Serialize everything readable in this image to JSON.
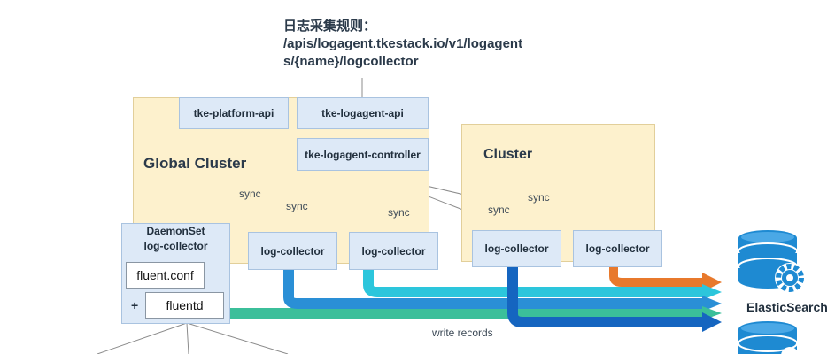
{
  "header": {
    "line1": "日志采集规则：",
    "line2": "/apis/logagent.tkestack.io/v1/logagent",
    "line3": "s/{name}/logcollector"
  },
  "global_cluster": {
    "label": "Global Cluster"
  },
  "cluster": {
    "label": "Cluster"
  },
  "components": {
    "platform_api": "tke-platform-api",
    "logagent_api": "tke-logagent-api",
    "logagent_controller": "tke-logagent-controller"
  },
  "daemonset": {
    "line1": "DaemonSet",
    "line2": "log-collector",
    "fluent_conf": "fluent.conf",
    "plus": "+",
    "fluentd": "fluentd"
  },
  "collectors": [
    "log-collector",
    "log-collector",
    "log-collector",
    "log-collector"
  ],
  "sync_labels": [
    "sync",
    "sync",
    "sync",
    "sync",
    "sync"
  ],
  "flow_label": "write records",
  "sink": {
    "label": "ElasticSearch"
  },
  "colors": {
    "cluster_fill": "#fdf1cd",
    "component_fill": "#dde9f7",
    "arrow_teal": "#3bbf9a",
    "arrow_blue": "#2a8fd6",
    "arrow_cyan": "#2cc6dc",
    "arrow_navy": "#1565c0",
    "arrow_orange": "#e8792c",
    "db_blue": "#1e8ad2"
  }
}
